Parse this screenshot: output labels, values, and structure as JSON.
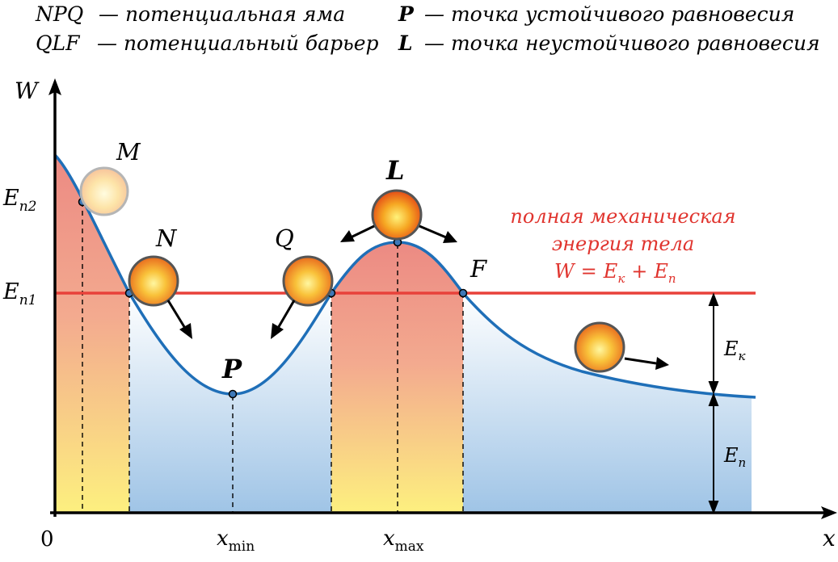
{
  "legend": {
    "npq_label": "NPQ",
    "npq_text": "— потенциальная яма",
    "qlf_label": "QLF",
    "qlf_text": "— потенциальный барьер",
    "p_label": "P",
    "p_text": "— точка устойчивого равновесия",
    "l_label": "L",
    "l_text": "— точка неустойчивого равновесия"
  },
  "axes": {
    "y_label": "W",
    "x_label": "x",
    "origin_label": "0",
    "xmin_main": "x",
    "xmin_sub": "min",
    "xmax_main": "x",
    "xmax_sub": "max"
  },
  "levels": {
    "en2_main": "E",
    "en2_sub": "п2",
    "en1_main": "E",
    "en1_sub": "п1"
  },
  "points": {
    "M": "M",
    "N": "N",
    "P": "P",
    "Q": "Q",
    "L": "L",
    "F": "F"
  },
  "energy_note": {
    "line1": "полная механическая",
    "line2": "энергия тела",
    "formula_w": "W",
    "formula_eq": "=",
    "formula_ek": "E",
    "formula_ek_sub": "к",
    "formula_plus": "+",
    "formula_ep": "E",
    "formula_ep_sub": "п"
  },
  "right_scale": {
    "ek_main": "E",
    "ek_sub": "к",
    "ep_main": "E",
    "ep_sub": "п"
  },
  "colors": {
    "curve": "#1f6fb8",
    "energy_line": "#e8413a",
    "note_text": "#e0342e",
    "fill_red": "#ee9a90",
    "fill_yellow": "#fde97e",
    "fill_blue": "#a9cbea"
  }
}
